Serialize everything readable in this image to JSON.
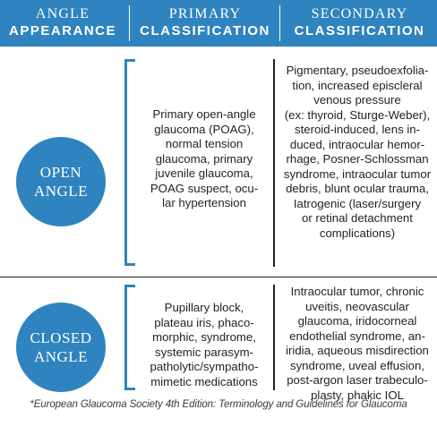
{
  "header": {
    "col1": {
      "line1": "ANGLE",
      "line2": "APPEARANCE"
    },
    "col2": {
      "line1": "PRIMARY",
      "line2": "CLASSIFICATION"
    },
    "col3": {
      "line1": "SECONDARY",
      "line2": "CLASSIFICATION"
    }
  },
  "open": {
    "label": {
      "line1": "OPEN",
      "line2": "ANGLE"
    },
    "primary": [
      "Primary open-angle",
      "glaucoma (POAG),",
      "normal tension",
      "glaucoma, primary",
      "juvenile glaucoma,",
      "POAG suspect, ocu-",
      "lar hypertension"
    ],
    "secondary": [
      "Pigmentary, pseudoexfolia-",
      "tion, increased episcleral",
      "venous pressure",
      "(ex: thyroid, Sturge-Weber),",
      "steroid-induced, lens in-",
      "duced, intraocular hemor-",
      "rhage, Posner-Schlossman",
      "syndrome, intraocular tumor",
      "debris, blunt ocular trauma,",
      "Iatrogenic (laser/surgery",
      "or retinal detachment",
      "complications)"
    ]
  },
  "closed": {
    "label": {
      "line1": "CLOSED",
      "line2": "ANGLE"
    },
    "primary": [
      "Pupillary block,",
      "plateau iris, phaco-",
      "morphic, syndrome,",
      "systemic parasym-",
      "patholytic/sympatho-",
      "mimetic medications"
    ],
    "secondary": [
      "Intraocular tumor, chronic",
      "uveitis, neovascular",
      "glaucoma, iridocorneal",
      "endothelial syndrome, an-",
      "iridia, aqueous misdirection",
      "syndrome, uveal effusion,",
      "post-argon laser trabeculo-",
      "plasty, phakic IOL"
    ]
  },
  "footnote": "*European Glaucoma Society 4th Edition: Terminology and Guidelines for Glaucoma",
  "colors": {
    "accent": "#2f84bf",
    "text": "#231f20",
    "background": "#ffffff"
  }
}
